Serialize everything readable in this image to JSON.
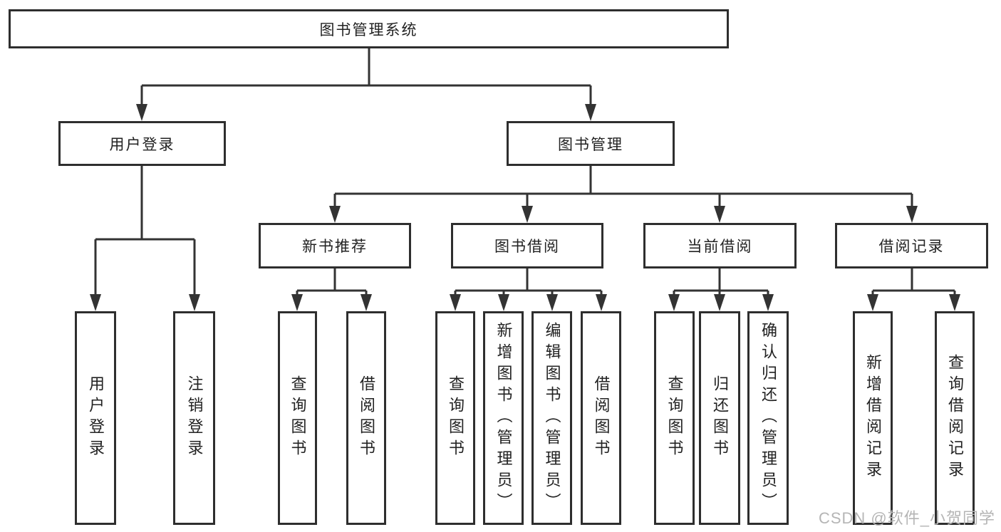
{
  "diagram": {
    "root": {
      "label": "图书管理系统"
    },
    "branches": [
      {
        "label": "用户登录",
        "children": [
          "用户登录",
          "注销登录"
        ]
      },
      {
        "label": "图书管理",
        "groups": [
          {
            "label": "新书推荐",
            "children": [
              "查询图书",
              "借阅图书"
            ]
          },
          {
            "label": "图书借阅",
            "children": [
              "查询图书",
              "新增图书（管理员）",
              "编辑图书（管理员）",
              "借阅图书"
            ]
          },
          {
            "label": "当前借阅",
            "children": [
              "查询图书",
              "归还图书",
              "确认归还（管理员）"
            ]
          },
          {
            "label": "借阅记录",
            "children": [
              "新增借阅记录",
              "查询借阅记录"
            ]
          }
        ]
      }
    ]
  },
  "watermark": {
    "text": "CSDN @软件_小贺同学"
  },
  "colors": {
    "line": "#333333",
    "box_border": "#2e2e2e",
    "text": "#222222",
    "watermark": "#b5b5b5",
    "background": "#ffffff"
  }
}
